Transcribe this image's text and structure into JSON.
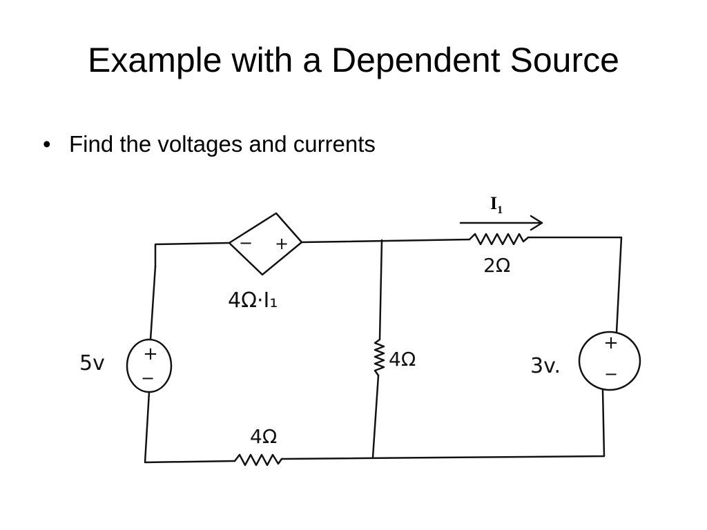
{
  "slide": {
    "title": "Example with a Dependent Source",
    "bullet_symbol": "•",
    "bullet_text": "Find the voltages and currents"
  },
  "circuit": {
    "current_label": "I",
    "current_subscript": "1",
    "resistor_top_label": "2Ω",
    "dependent_source_label": "4Ω·I₁",
    "resistor_middle_label": "4Ω",
    "resistor_bottom_label": "4Ω",
    "left_source_label": "5v",
    "right_source_label": "3v.",
    "plus_sign": "+",
    "minus_sign": "−"
  }
}
